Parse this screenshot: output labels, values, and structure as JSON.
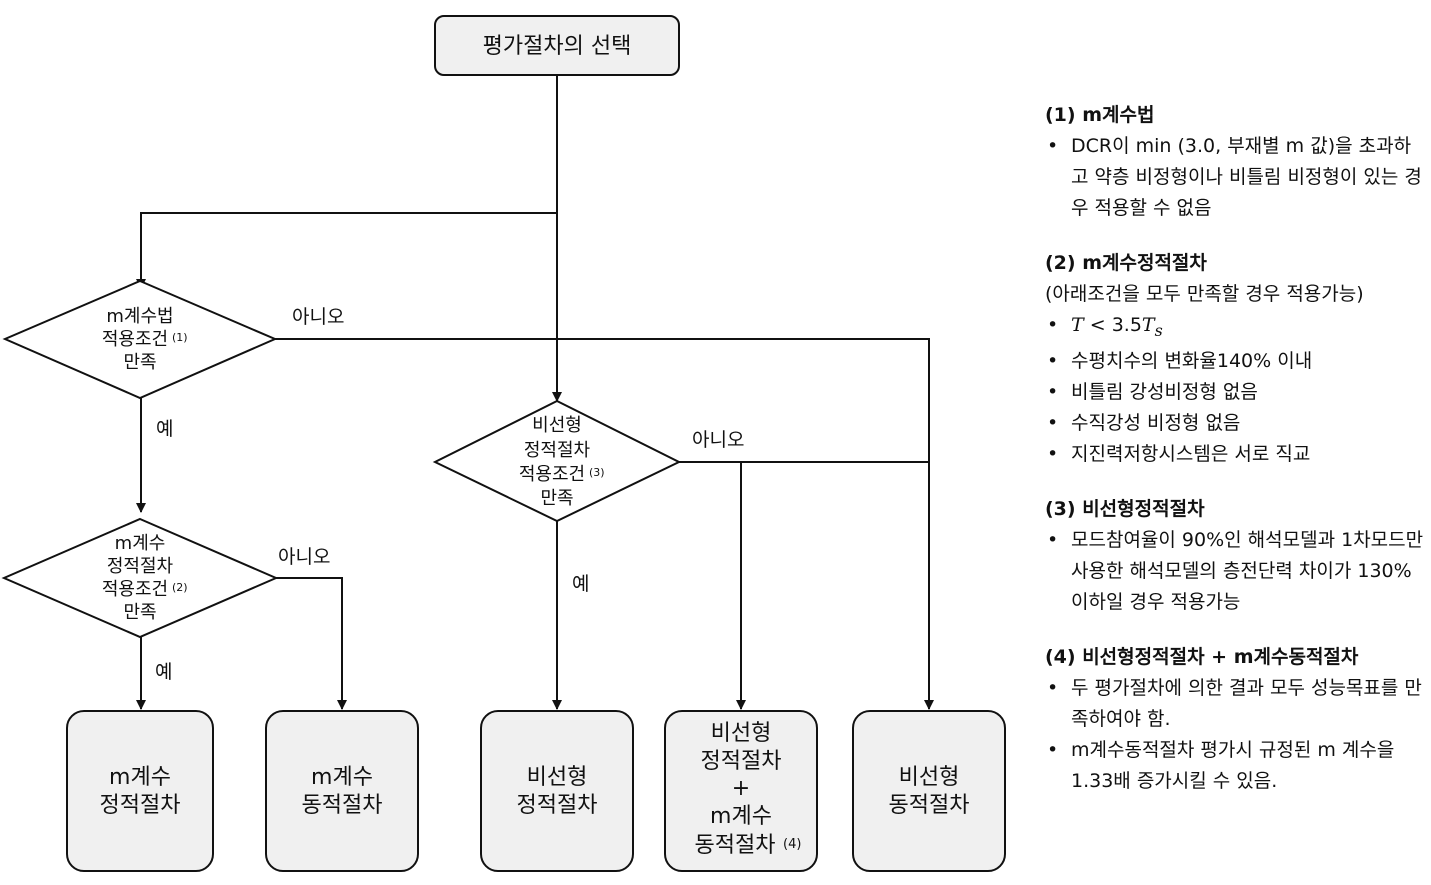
{
  "flowchart": {
    "start": "평가절차의 선택",
    "decisions": {
      "m_method": [
        "m계수법",
        "적용조건",
        "만족"
      ],
      "m_method_ref": "(1)",
      "m_static": [
        "m계수",
        "정적절차",
        "적용조건",
        "만족"
      ],
      "m_static_ref": "(2)",
      "nl_static": [
        "비선형",
        "정적절차",
        "적용조건",
        "만족"
      ],
      "nl_static_ref": "(3)"
    },
    "labels": {
      "yes": "예",
      "no": "아니오"
    },
    "outcomes": {
      "m_static_proc": [
        "m계수",
        "정적절차"
      ],
      "m_dynamic_proc": [
        "m계수",
        "동적절차"
      ],
      "nl_static_proc": [
        "비선형",
        "정적절차"
      ],
      "combined": [
        "비선형",
        "정적절차",
        "+",
        "m계수",
        "동적절차"
      ],
      "combined_ref": "(4)",
      "nl_dynamic_proc": [
        "비선형",
        "동적절차"
      ]
    }
  },
  "notes": {
    "n1": {
      "title": "(1) m계수법",
      "items": [
        "DCR이 min (3.0, 부재별 m 값)을 초과하고 약층 비정형이나 비틀림 비정형이 있는 경우 적용할 수 없음"
      ]
    },
    "n2": {
      "title": "(2) m계수정적절차",
      "subtitle": "(아래조건을 모두 만족할 경우 적용가능)",
      "math_item": {
        "lhs": "T",
        "op": "<",
        "coef": "3.5",
        "rhs": "T",
        "sub": "s"
      },
      "items": [
        "수평치수의 변화율140% 이내",
        "비틀림 강성비정형 없음",
        "수직강성 비정형 없음",
        "지진력저항시스템은 서로 직교"
      ]
    },
    "n3": {
      "title": "(3) 비선형정적절차",
      "items": [
        "모드참여율이 90%인 해석모델과 1차모드만 사용한 해석모델의 층전단력 차이가 130% 이하일 경우 적용가능"
      ]
    },
    "n4": {
      "title": "(4) 비선형정적절차 + m계수동적절차",
      "items": [
        "두 평가절차에 의한 결과 모두 성능목표를 만족하여야 함.",
        "m계수동적절차 평가시 규정된 m 계수을 1.33배 증가시킬 수 있음."
      ]
    }
  },
  "colors": {
    "box_fill": "#f0f0f0",
    "stroke": "#111111"
  }
}
